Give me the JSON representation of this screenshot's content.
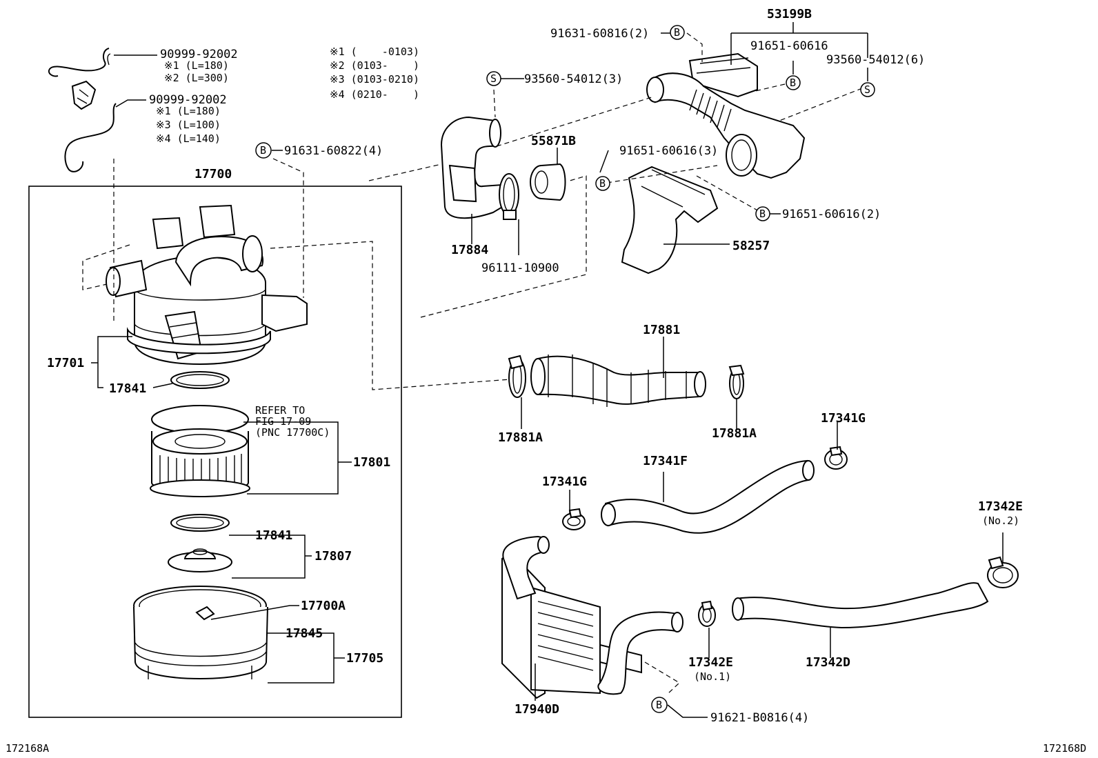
{
  "image_codes": {
    "left": "172168A",
    "right": "172168D"
  },
  "legend": {
    "l1": "※1 (    -0103)",
    "l2": "※2 (0103-    )",
    "l3": "※3 (0103-0210)",
    "l4": "※4 (0210-    )"
  },
  "hoses": {
    "upper": {
      "number": "90999-92002",
      "v1": "※1 (L=180)",
      "v2": "※2 (L=300)"
    },
    "lower": {
      "number": "90999-92002",
      "v1": "※1 (L=180)",
      "v2": "※3 (L=100)",
      "v3": "※4 (L=140)"
    }
  },
  "bolt_symbol": "B",
  "screw_symbol": "S",
  "labels": {
    "p53199B": "53199B",
    "p91631_60816": "91631-60816(2)",
    "p91651_60616": "91651-60616",
    "p93560_54012_6": "93560-54012(6)",
    "p93560_54012_3": "93560-54012(3)",
    "p55871B": "55871B",
    "p91651_60616_3": "91651-60616(3)",
    "p91651_60616_2": "91651-60616(2)",
    "p91631_60822": "91631-60822(4)",
    "p17700": "17700",
    "p17884": "17884",
    "p96111_10900": "96111-10900",
    "p58257": "58257",
    "p17701": "17701",
    "p17841a": "17841",
    "p17881": "17881",
    "p17881A_left": "17881A",
    "p17881A_right": "17881A",
    "p17801": "17801",
    "p17341G_right": "17341G",
    "p17341F": "17341F",
    "p17341G_left": "17341G",
    "p17342E_no2": "17342E",
    "no2": "(No.2)",
    "p17841b": "17841",
    "p17807": "17807",
    "p17700A": "17700A",
    "p17845": "17845",
    "p17705": "17705",
    "p17342E_no1": "17342E",
    "no1": "(No.1)",
    "p17342D": "17342D",
    "p17940D": "17940D",
    "p91621_B0816": "91621-B0816(4)"
  },
  "refer": {
    "line1": "REFER TO",
    "line2": "FIG 17-09",
    "line3": "(PNC 17700C)"
  }
}
